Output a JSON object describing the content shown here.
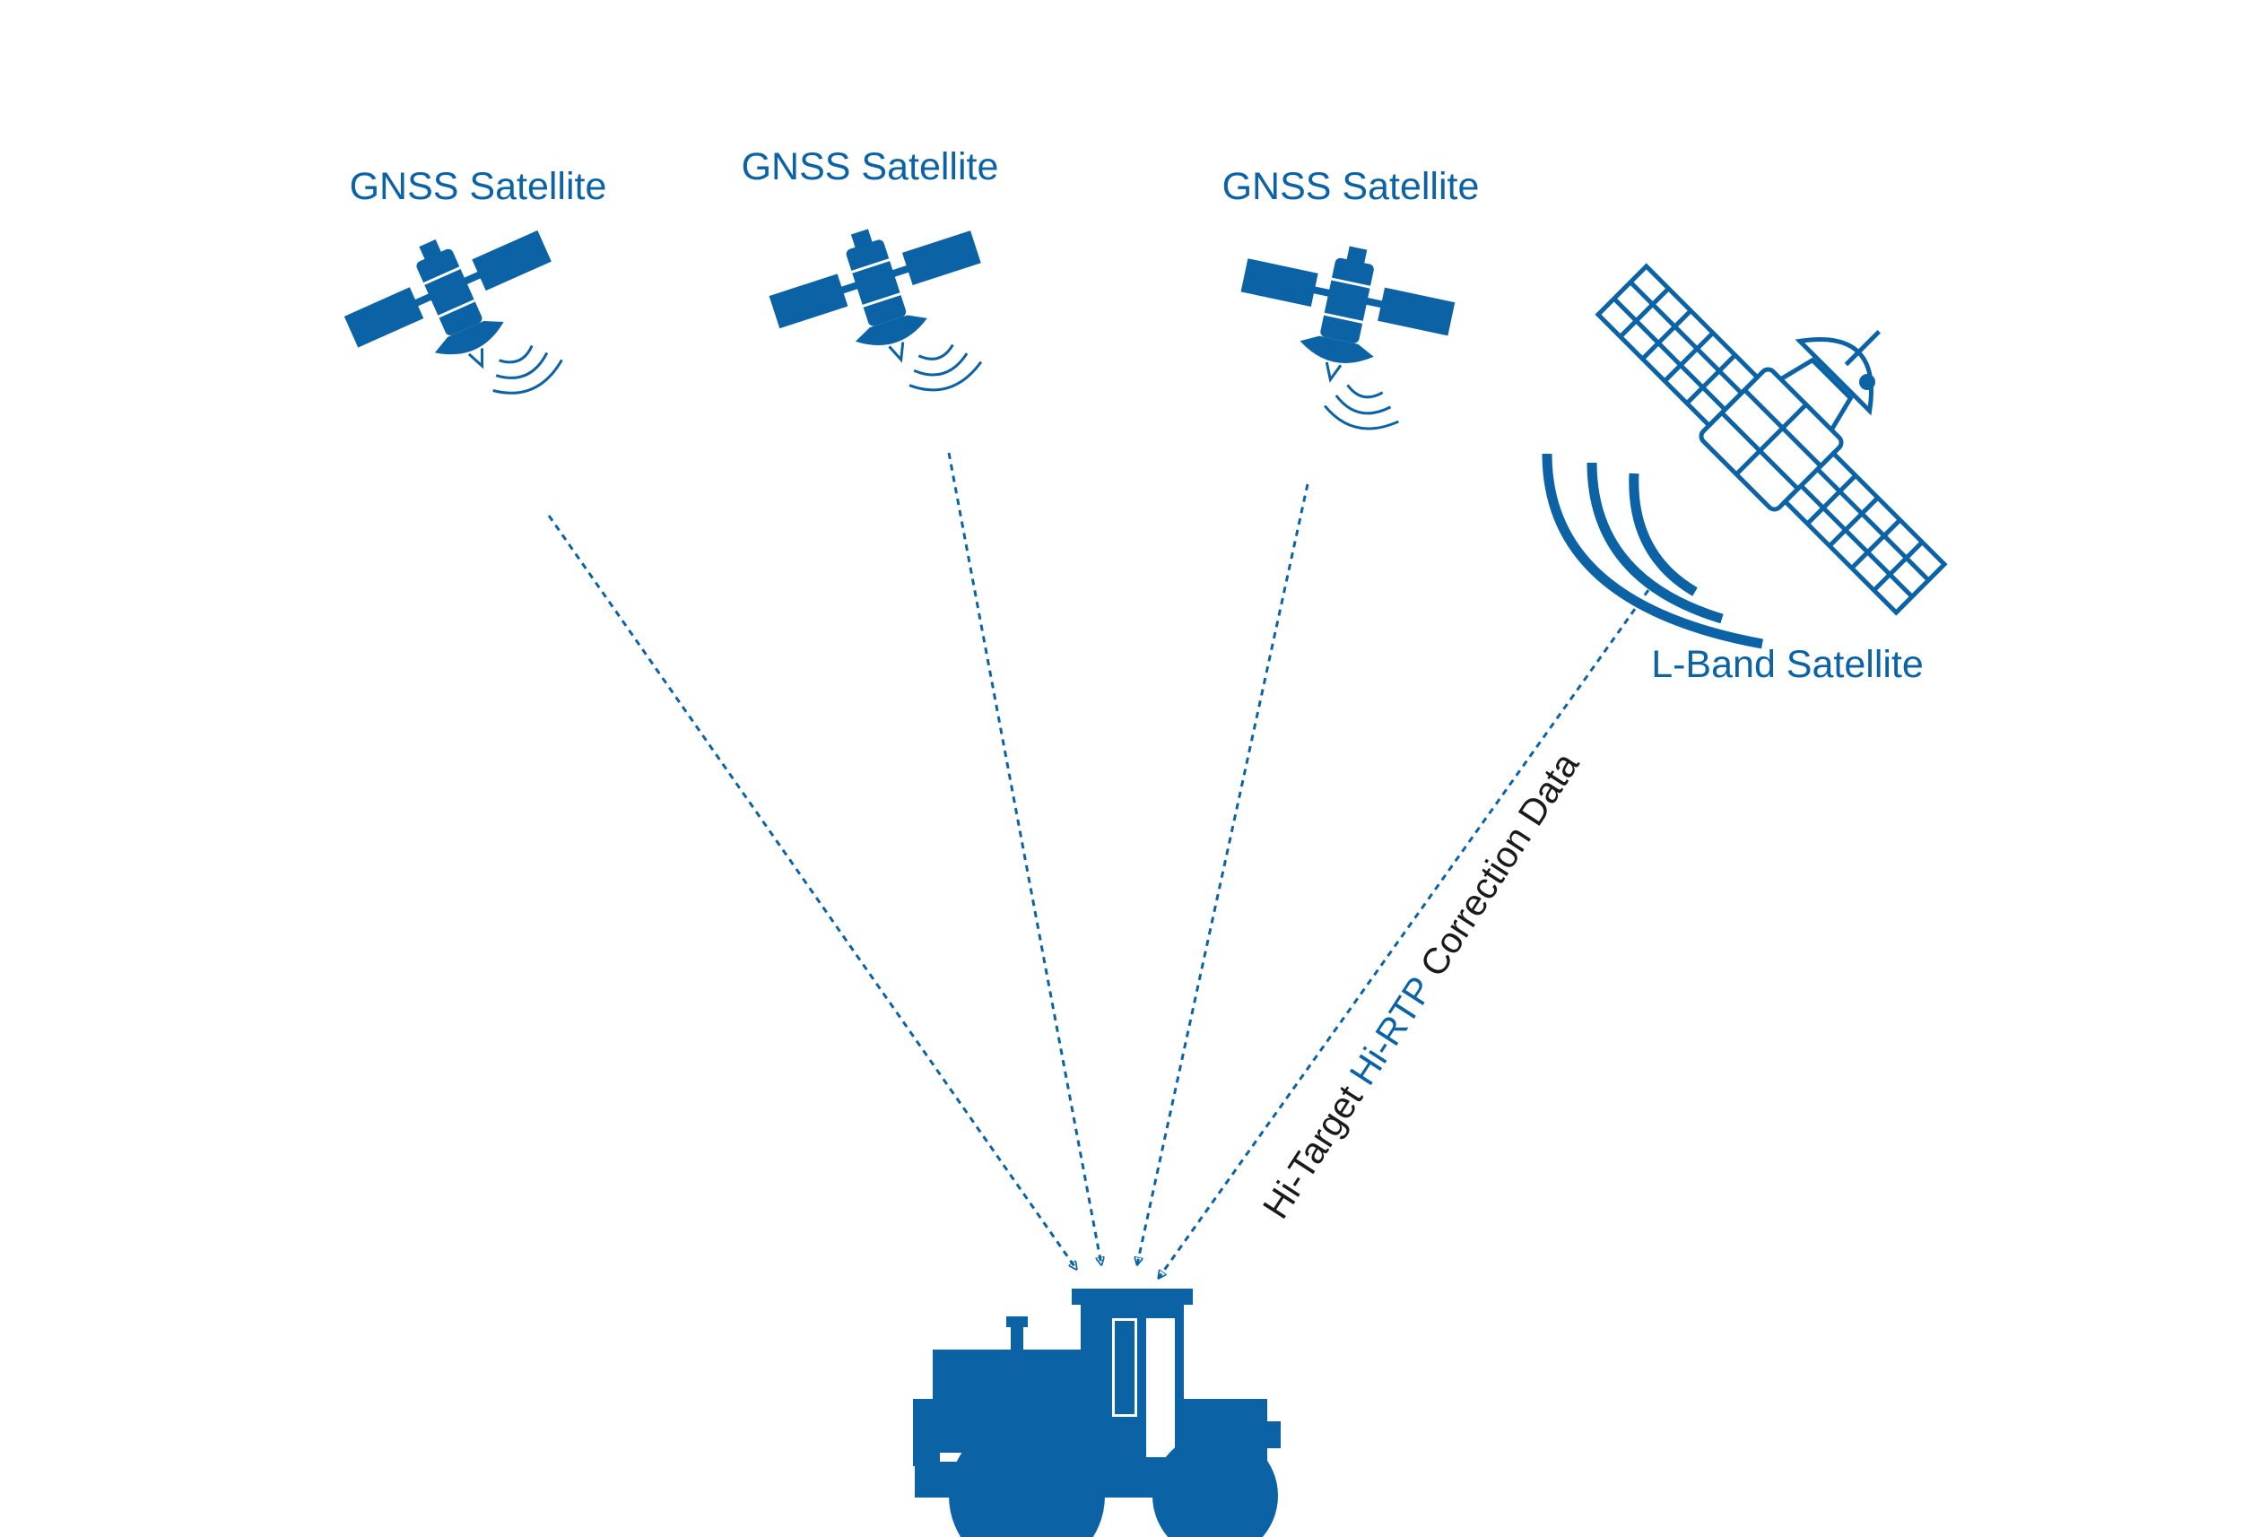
{
  "colors": {
    "primary": "#0b63a6",
    "text_dark": "#1a1a1a",
    "background": "#ffffff"
  },
  "labels": {
    "gnss_1": "GNSS Satellite",
    "gnss_2": "GNSS Satellite",
    "gnss_3": "GNSS Satellite",
    "lband": "L-Band Satellite"
  },
  "correction": {
    "prefix": "Hi-Target ",
    "highlight": "Hi-RTP",
    "suffix": " Correction Data"
  },
  "icons": {
    "gnss": "gnss-satellite-icon",
    "lband": "l-band-satellite-icon",
    "receiver": "tractor-icon"
  }
}
